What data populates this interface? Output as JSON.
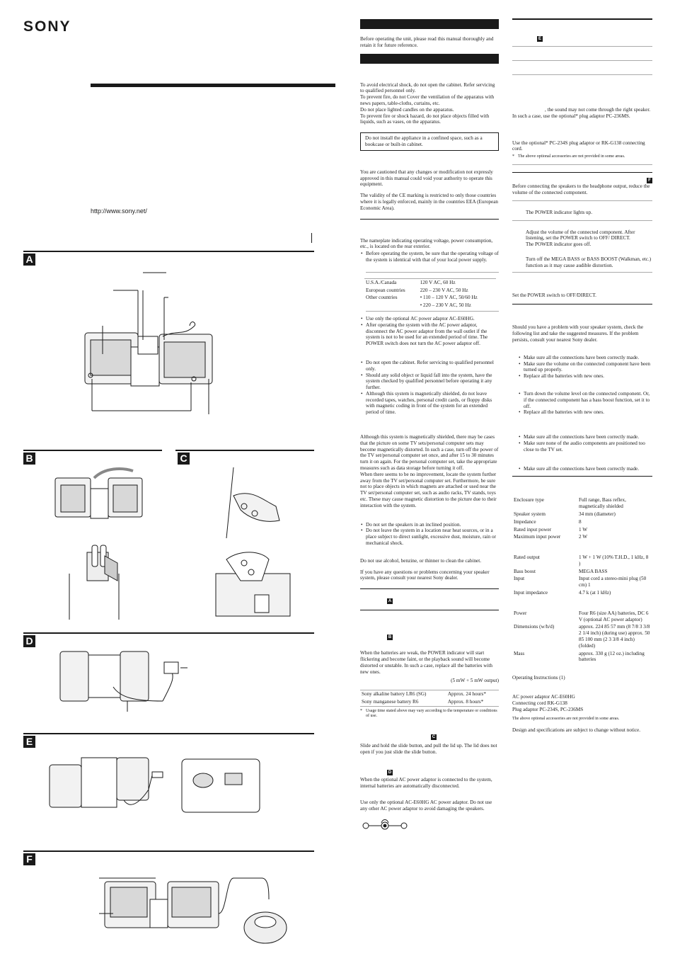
{
  "brand": {
    "logo": "SONY",
    "url": "http://www.sony.net/"
  },
  "figures": {
    "a": "A",
    "b": "B",
    "c": "C",
    "d": "D",
    "e": "E",
    "f": "F"
  },
  "col2": {
    "intro": "Before operating the unit, please read this manual thoroughly and retain it for future reference.",
    "warn1": "To avoid electrical shock, do not open the cabinet. Refer servicing to qualified personnel only.",
    "warn2": "To prevent fire, do not Cover the ventilation of the apparatus with news papers, table-cloths, curtains, etc.",
    "warn3": "Do not place lighted candles on the apparatus.",
    "warn4": "To prevent fire or shock hazard, do not place objects filled with liquids, such as vases, on the apparatus.",
    "boxed": "Do not install the appliance in a confined space, such as a bookcase or built-in cabinet.",
    "caution": "You are cautioned that any changes or modification not expressly approved in this manual could void your authority to operate this equipment.",
    "ce": "The validity of the CE marking is restricted to only those countries where it is legally enforced, mainly in the countries EEA (European Economic Area).",
    "nameplate": "The nameplate indicating operating voltage, power consumption, etc., is located on the rear exterior.",
    "bullet_voltage": "Before operating the system, be sure that the operating voltage of the system is identical with that of your local power supply.",
    "voltage_table": [
      {
        "region": "U.S.A./Canada",
        "voltage": "120 V AC, 60 Hz"
      },
      {
        "region": "European countries",
        "voltage": "220 – 230 V AC, 50 Hz"
      },
      {
        "region": "Other countries",
        "voltage": "• 110 – 120 V AC, 50/60 Hz"
      },
      {
        "region": "",
        "voltage": "• 220 – 230 V AC, 50 Hz"
      }
    ],
    "bullets_power": [
      "Use only the optional AC power adaptor AC-E60HG.",
      "After operating the system with the AC power adaptor, disconnect the AC power adaptor from the wall outlet if the system is not to be used for an extended period of time. The POWER switch does not turn the AC power adaptor off."
    ],
    "bullets_safety": [
      "Do not open the cabinet. Refer servicing to qualified personnel only.",
      "Should any solid object or liquid fall into the system, have the system checked by qualified personnel before operating it any further.",
      "Although this system is magnetically shielded, do not leave recorded tapes, watches, personal credit cards, or floppy disks with magnetic coding in front of the system for an extended period of time."
    ],
    "magnetic": "Although this system is magnetically shielded, there may be cases that the picture on some TV sets/personal computer sets may become magnetically distorted. In such a case, turn off the power of the TV set/personal computer set once, and after 15 to 30 minutes turn it on again. For the personal computer set, take the appropriate measures such as data storage before turning it off.",
    "magnetic2": "When there seems to be no improvement, locate the system further away from the TV set/personal computer set. Furthermore, be sure not to place objects in which magnets are attached or used near the TV set/personal computer set, such as audio racks, TV stands, toys etc. These may cause magnetic distortion to the picture due to their interaction with the system.",
    "bullets_place": [
      "Do not set the speakers in an inclined position.",
      "Do not leave the system in a location near heat sources, or in a place subject to direct sunlight, excessive dust, moisture, rain or mechanical shock."
    ],
    "clean": "Do not use alcohol, benzine, or thinner to clean the cabinet.",
    "questions": "If you have any questions or problems concerning your speaker system, please consult your nearest Sony dealer.",
    "badge_a": "A",
    "badge_b": "B",
    "batt_weak": "When the batteries are weak, the POWER indicator will start flickering and become faint, or the playback sound will become distorted or unstable. In such a case, replace all the batteries with new ones.",
    "output_note": "(5 mW + 5 mW output)",
    "battery_table": [
      {
        "type": "Sony alkaline battery LR6 (SG)",
        "life": "Approx. 24 hours*"
      },
      {
        "type": "Sony manganese battery R6",
        "life": "Approx. 8 hours*"
      }
    ],
    "usage_note": "Usage time stated above may vary according to the temperature or conditions of use.",
    "badge_c": "C",
    "slide": "Slide and hold the slide button, and pull the lid up. The lid does not open if you just slide the slide button.",
    "badge_d": "D",
    "adaptor_conn": "When the optional AC power adaptor is connected to the system, internal batteries are automatically disconnected.",
    "adaptor_only": "Use only the optional AC-E60HG AC power adaptor. Do not use any other AC power adaptor to avoid damaging the speakers."
  },
  "col3": {
    "badge_e": "E",
    "mono": ", the sound may not come through the right speaker. In such a case, use the optional* plug adaptor PC-236MS.",
    "optional": "Use the optional* PC-234S plug adaptor or RK-G138 connecting cord.",
    "optional_note": "The above optional accessories are not provided in some areas.",
    "badge_f": "F",
    "before_conn": "Before connecting the speakers to the headphone output, reduce the volume of the connected component.",
    "step_indicator": "The POWER indicator lights up.",
    "step_adjust": "Adjust the volume of the connected component. After listening, set the POWER switch to OFF/ DIRECT.",
    "step_off": "The POWER indicator goes off.",
    "step_megabass": "Turn off the MEGA BASS or BASS BOOST (Walkman, etc.) function as it may cause audible distortion.",
    "set_off": "Set the POWER switch to OFF/DIRECT.",
    "trouble": "Should you have a problem with your speaker system, check the following list and take the suggested measures. If the problem persists, consult your nearest Sony dealer.",
    "trouble1": [
      "Make sure all the connections have been correctly made.",
      "Make sure the volume on the connected component have been turned up properly.",
      "Replace all the batteries with new ones."
    ],
    "trouble2": [
      "Turn down the volume level on the connected component. Or, if the connected component has a bass boost function, set it to off.",
      "Replace all the batteries with new ones."
    ],
    "trouble3": [
      "Make sure all the connections have been correctly made.",
      "Make sure none of the audio components are positioned too close to the TV set."
    ],
    "trouble4": [
      "Make sure all the connections have been correctly made."
    ],
    "specs1": [
      {
        "k": "Enclosure type",
        "v": "Full range, Bass reflex, magnetically shielded"
      },
      {
        "k": "Speaker system",
        "v": "34 mm (diameter)"
      },
      {
        "k": "Impedance",
        "v": "8"
      },
      {
        "k": "Rated input power",
        "v": "1 W"
      },
      {
        "k": "Maximum input power",
        "v": "2 W"
      }
    ],
    "specs2": [
      {
        "k": "Rated output",
        "v": "1 W + 1 W (10% T.H.D., 1 kHz, 8 )"
      },
      {
        "k": "Bass boost",
        "v": "MEGA BASS"
      },
      {
        "k": "Input",
        "v": "Input cord a stereo-mini plug (50 cm) 1"
      },
      {
        "k": "Input impedance",
        "v": "4.7 k (at 1 kHz)"
      }
    ],
    "specs3": [
      {
        "k": "Power",
        "v": "Four R6 (size AA) batteries, DC 6 V (optional AC power adaptor)"
      },
      {
        "k": "Dimensions (w/h/d)",
        "v": "approx. 224 85 57 mm (8 7/8 3 3/8 2 1/4 inch) (during use) approx. 50 85 100 mm (2 3 3/8 4 inch) (folded)"
      },
      {
        "k": "Mass",
        "v": "approx. 330 g (12 oz.) including batteries"
      }
    ],
    "supplied": "Operating Instructions (1)",
    "accessories": [
      "AC power adaptor AC-E60HG",
      "Connecting cord RK-G138",
      "Plug adaptor PC-234S, PC-236MS"
    ],
    "acc_note": "The above optional accessories are not provided in some areas.",
    "design": "Design and specifications are subject to change without notice."
  }
}
